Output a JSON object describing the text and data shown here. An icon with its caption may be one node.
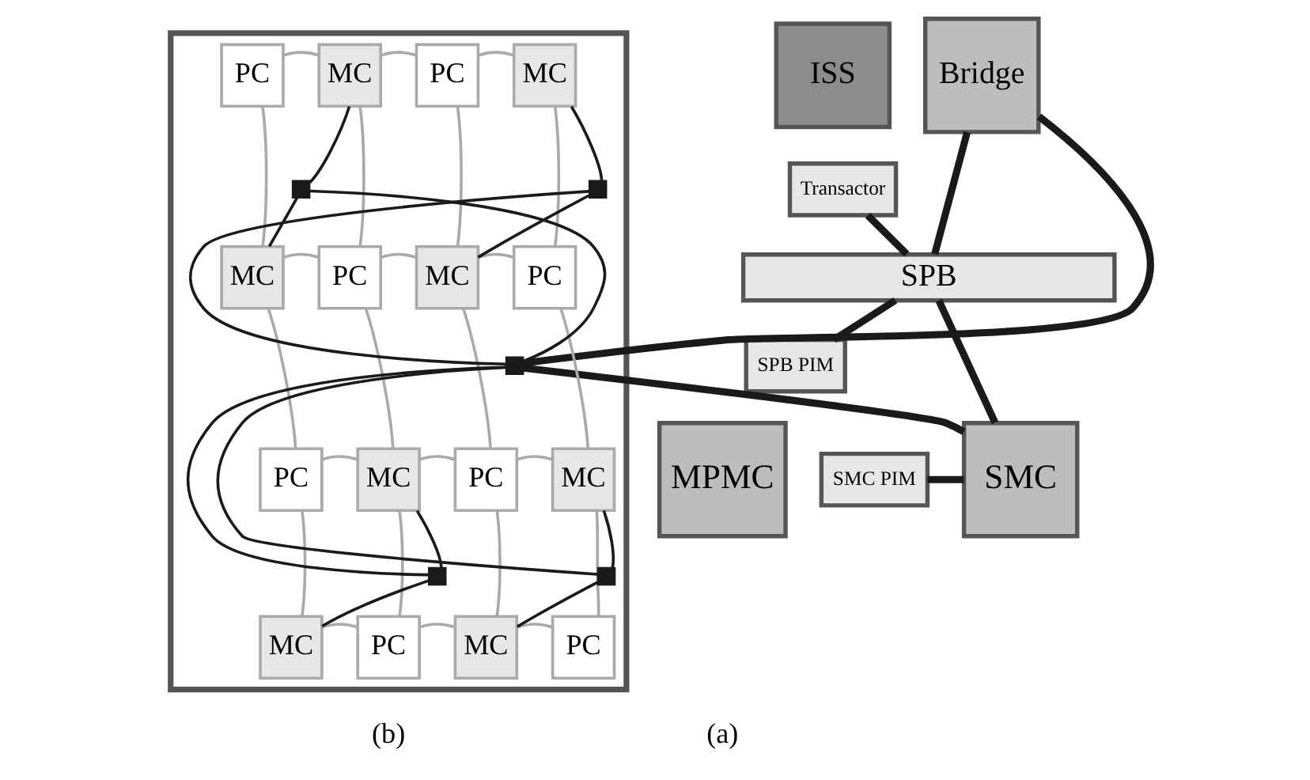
{
  "diagram": {
    "nodes": [
      {
        "text": [
          "ISS"
        ]
      },
      {
        "text": [
          "Transactor"
        ]
      },
      {
        "text": [
          "SPB"
        ]
      },
      {
        "text": [
          "SPB PIM"
        ]
      },
      {
        "text": [
          "MPMC"
        ]
      },
      {
        "text": [
          "SMC PIM"
        ]
      },
      {
        "text": [
          "Bridge"
        ]
      },
      {
        "text": [
          "SMC"
        ]
      },
      {
        "text": [],
        "shape": "box"
      },
      {
        "text": [
          "PC"
        ],
        "in": 8
      },
      {
        "text": [
          "MC"
        ],
        "in": 8
      },
      {
        "text": [
          "PC"
        ],
        "in": 8
      },
      {
        "text": [
          "MC"
        ],
        "in": 8
      },
      {
        "text": [
          "MC"
        ],
        "in": 8
      },
      {
        "text": [
          "PC"
        ],
        "in": 8
      },
      {
        "text": [
          "MC"
        ],
        "in": 8
      },
      {
        "text": [
          "PC"
        ],
        "in": 8
      },
      {
        "text": [
          "PC"
        ],
        "in": 8
      },
      {
        "text": [
          "MC"
        ],
        "in": 8
      },
      {
        "text": [
          "PC"
        ],
        "in": 8
      },
      {
        "text": [
          "MC"
        ],
        "in": 8
      },
      {
        "text": [
          "MC"
        ],
        "in": 8
      },
      {
        "text": [
          "PC"
        ],
        "in": 8
      },
      {
        "text": [
          "MC"
        ],
        "in": 8
      },
      {
        "text": [
          "PC"
        ],
        "in": 8
      },
      {
        "text": [],
        "shape": "box",
        "in": 8
      },
      {
        "text": [],
        "shape": "box",
        "in": 8
      },
      {
        "text": [],
        "shape": "box",
        "in": 8
      },
      {
        "text": [],
        "shape": "box",
        "in": 8
      },
      {
        "text": [],
        "shape": "box",
        "in": 8
      }
    ],
    "edges": [
      {
        "from": 1,
        "to": 2,
        "arrow": "none",
        "style": "thick",
        "color": "#1a1a1a"
      },
      {
        "from": 2,
        "to": 3,
        "arrow": "none",
        "style": "thick",
        "color": "#1a1a1a"
      },
      {
        "from": 6,
        "to": 2,
        "arrow": "none",
        "style": "thick",
        "color": "#1a1a1a"
      },
      {
        "from": 2,
        "to": 7,
        "arrow": "none",
        "style": "thick",
        "color": "#1a1a1a"
      },
      {
        "from": 5,
        "to": 7,
        "arrow": "none",
        "style": "thick",
        "color": "#1a1a1a"
      },
      {
        "from": 6,
        "to": 27,
        "arrow": "none",
        "style": "thick",
        "color": "#1a1a1a"
      },
      {
        "from": 7,
        "to": 27,
        "arrow": "none",
        "style": "thick",
        "color": "#1a1a1a"
      },
      {
        "from": 9,
        "to": 10,
        "arrow": "none"
      },
      {
        "from": 10,
        "to": 11,
        "arrow": "none"
      },
      {
        "from": 11,
        "to": 12,
        "arrow": "none"
      },
      {
        "from": 13,
        "to": 14,
        "arrow": "none"
      },
      {
        "from": 14,
        "to": 15,
        "arrow": "none"
      },
      {
        "from": 15,
        "to": 16,
        "arrow": "none"
      },
      {
        "from": 17,
        "to": 18,
        "arrow": "none"
      },
      {
        "from": 18,
        "to": 19,
        "arrow": "none"
      },
      {
        "from": 19,
        "to": 20,
        "arrow": "none"
      },
      {
        "from": 21,
        "to": 22,
        "arrow": "none"
      },
      {
        "from": 22,
        "to": 23,
        "arrow": "none"
      },
      {
        "from": 23,
        "to": 24,
        "arrow": "none"
      },
      {
        "from": 9,
        "to": 13,
        "arrow": "none"
      },
      {
        "from": 13,
        "to": 17,
        "arrow": "none"
      },
      {
        "from": 17,
        "to": 21,
        "arrow": "none"
      },
      {
        "from": 10,
        "to": 14,
        "arrow": "none"
      },
      {
        "from": 14,
        "to": 18,
        "arrow": "none"
      },
      {
        "from": 18,
        "to": 22,
        "arrow": "none"
      },
      {
        "from": 11,
        "to": 15,
        "arrow": "none"
      },
      {
        "from": 15,
        "to": 19,
        "arrow": "none"
      },
      {
        "from": 19,
        "to": 23,
        "arrow": "none"
      },
      {
        "from": 12,
        "to": 16,
        "arrow": "none"
      },
      {
        "from": 16,
        "to": 20,
        "arrow": "none"
      },
      {
        "from": 20,
        "to": 24,
        "arrow": "none"
      },
      {
        "from": 27,
        "to": 25,
        "arrow": "none",
        "color": "#1a1a1a"
      },
      {
        "from": 27,
        "to": 26,
        "arrow": "none",
        "color": "#1a1a1a"
      },
      {
        "from": 27,
        "to": 28,
        "arrow": "none",
        "color": "#1a1a1a"
      },
      {
        "from": 27,
        "to": 29,
        "arrow": "none",
        "color": "#1a1a1a"
      },
      {
        "from": 25,
        "to": 10,
        "arrow": "none",
        "color": "#1a1a1a"
      },
      {
        "from": 25,
        "to": 13,
        "arrow": "none",
        "color": "#1a1a1a"
      },
      {
        "from": 26,
        "to": 12,
        "arrow": "none",
        "color": "#1a1a1a"
      },
      {
        "from": 26,
        "to": 15,
        "arrow": "none",
        "color": "#1a1a1a"
      },
      {
        "from": 28,
        "to": 18,
        "arrow": "none",
        "color": "#1a1a1a"
      },
      {
        "from": 28,
        "to": 21,
        "arrow": "none",
        "color": "#1a1a1a"
      },
      {
        "from": 29,
        "to": 20,
        "arrow": "none",
        "color": "#1a1a1a"
      },
      {
        "from": 29,
        "to": 23,
        "arrow": "none",
        "color": "#1a1a1a"
      }
    ],
    "labels": [
      "(a)",
      "(b)"
    ]
  }
}
